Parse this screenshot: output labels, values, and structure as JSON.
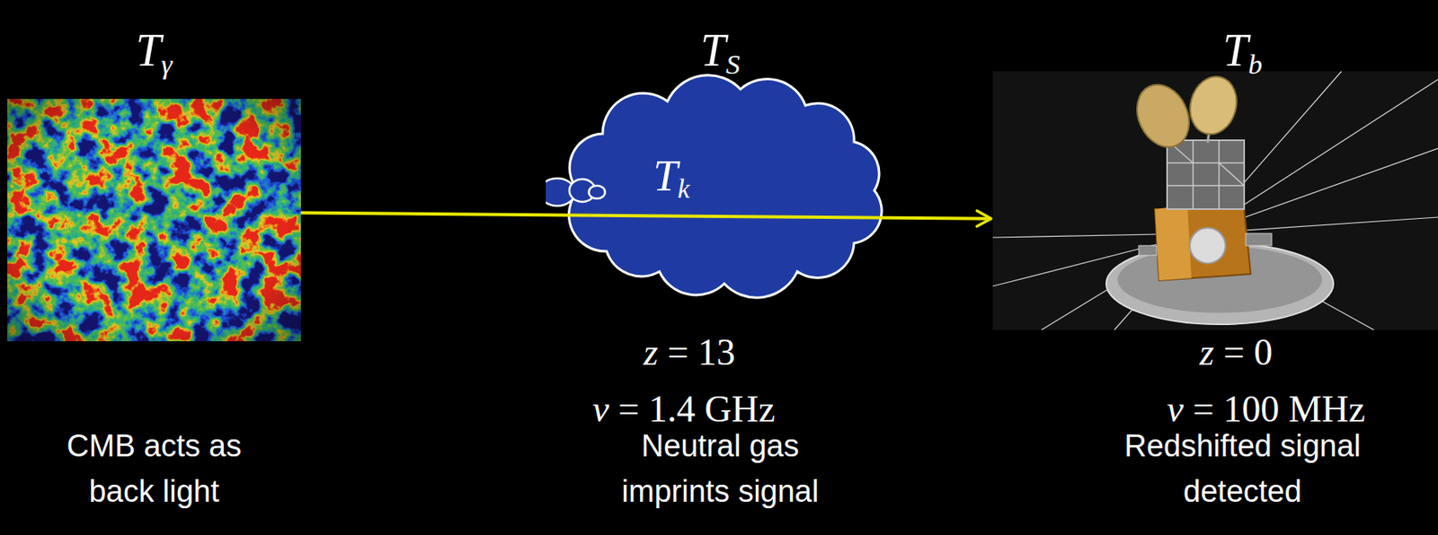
{
  "diagram": {
    "nodes": [
      {
        "text": [
          "Tγ"
        ]
      },
      {
        "text": [
          "TS",
          "Tk"
        ]
      },
      {
        "text": [
          "Tb"
        ]
      }
    ],
    "edges": [
      {
        "from": 0,
        "to": 2,
        "arrow": "to"
      }
    ],
    "labels": [
      "z = 13",
      "ν = 1.4 GHz",
      "z = 0",
      "ν = 100 MHz",
      "CMB acts as back light",
      "Neutral gas imprints signal",
      "Redshifted signal detected"
    ]
  }
}
